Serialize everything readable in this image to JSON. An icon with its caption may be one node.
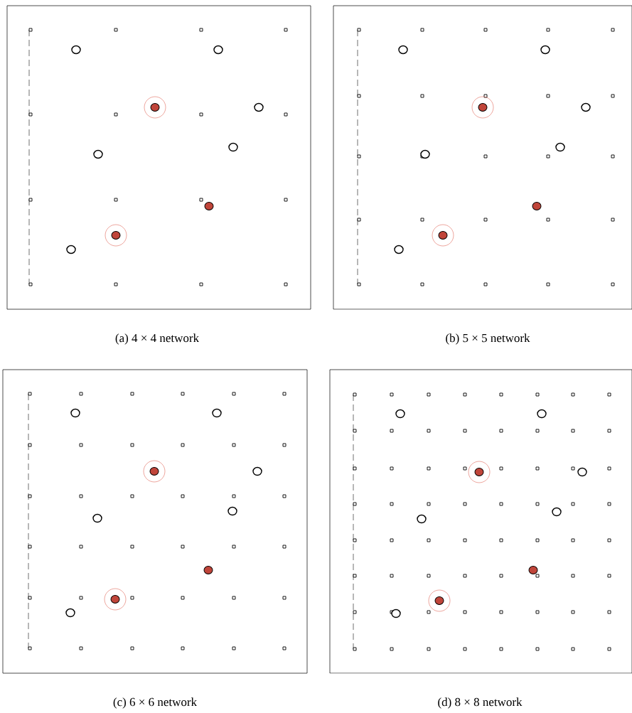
{
  "diagram": {
    "labels": [
      "(a) 4 × 4 network",
      "(b) 5 × 5 network",
      "(c) 6 × 6 network",
      "(d) 8 × 8 network"
    ]
  }
}
